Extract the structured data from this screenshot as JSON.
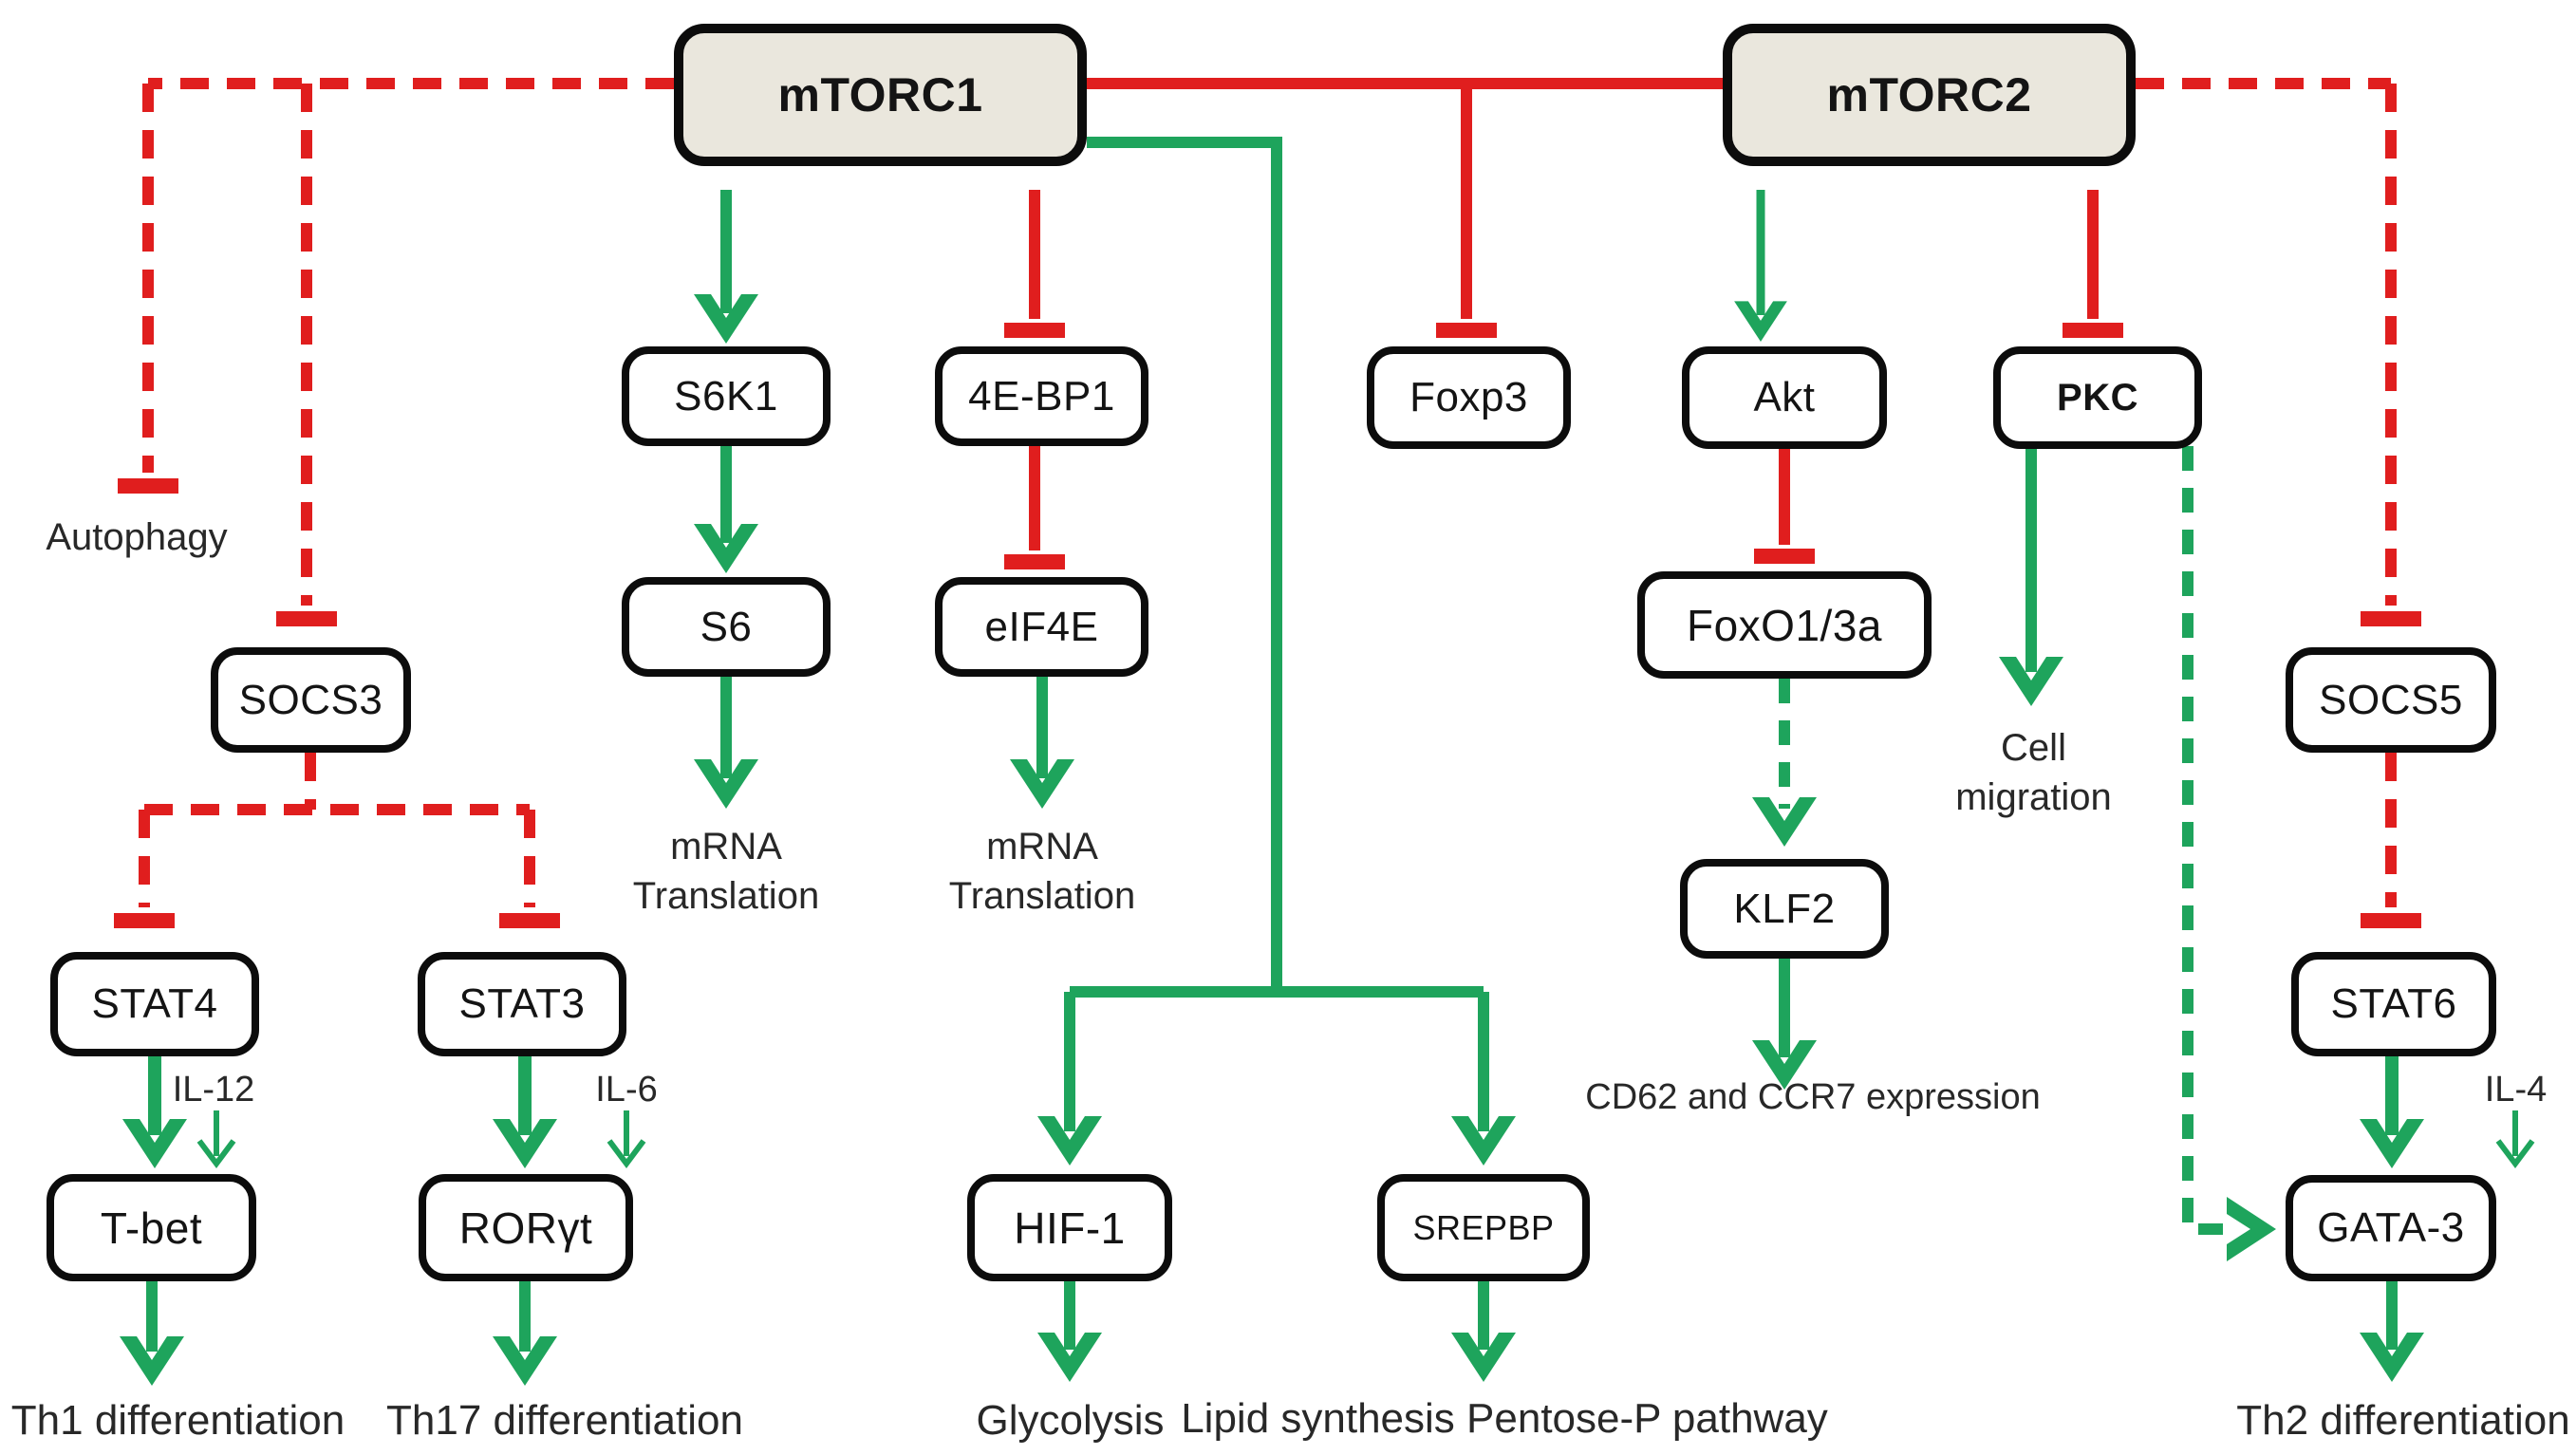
{
  "colors": {
    "activation_green": "#1ea45c",
    "inhibition_red": "#e01e1e",
    "complex_fill": "#eae7dd",
    "node_fill": "#ffffff",
    "border_black": "#0c0c0c",
    "text_dark": "#282828",
    "bg": "#ffffff"
  },
  "nodes": {
    "mtorc1": {
      "label": "mTORC1"
    },
    "mtorc2": {
      "label": "mTORC2"
    },
    "s6k1": {
      "label": "S6K1"
    },
    "febp1": {
      "label": "4E-BP1"
    },
    "foxp3": {
      "label": "Foxp3"
    },
    "akt": {
      "label": "Akt"
    },
    "pkc": {
      "label": "PKC"
    },
    "s6": {
      "label": "S6"
    },
    "eif4e": {
      "label": "eIF4E"
    },
    "foxo": {
      "label": "FoxO1/3a"
    },
    "socs3": {
      "label": "SOCS3"
    },
    "socs5": {
      "label": "SOCS5"
    },
    "klf2": {
      "label": "KLF2"
    },
    "stat4": {
      "label": "STAT4"
    },
    "stat3": {
      "label": "STAT3"
    },
    "stat6": {
      "label": "STAT6"
    },
    "tbet": {
      "label": "T-bet"
    },
    "rorgt": {
      "label": "RORγt"
    },
    "hif1": {
      "label": "HIF-1"
    },
    "srepbp": {
      "label": "SREPBP"
    },
    "gata3": {
      "label": "GATA-3"
    }
  },
  "labels": {
    "autophagy": "Autophagy",
    "mrna1": {
      "line1": "mRNA",
      "line2": "Translation"
    },
    "mrna2": {
      "line1": "mRNA",
      "line2": "Translation"
    },
    "cell_migration": {
      "line1": "Cell",
      "line2": "migration"
    },
    "cd62": "CD62 and CCR7 expression",
    "il12": "IL-12",
    "il6": "IL-6",
    "il4": "IL-4",
    "th1": "Th1 differentiation",
    "th17": "Th17 differentiation",
    "glycolysis": "Glycolysis",
    "lipid_pentose": "Lipid synthesis Pentose-P pathway",
    "th2": "Th2 differentiation"
  },
  "edge_semantics": {
    "solid_green": "activation",
    "dashed_green": "indirect activation",
    "solid_red": "inhibition",
    "dashed_red": "indirect inhibition"
  }
}
